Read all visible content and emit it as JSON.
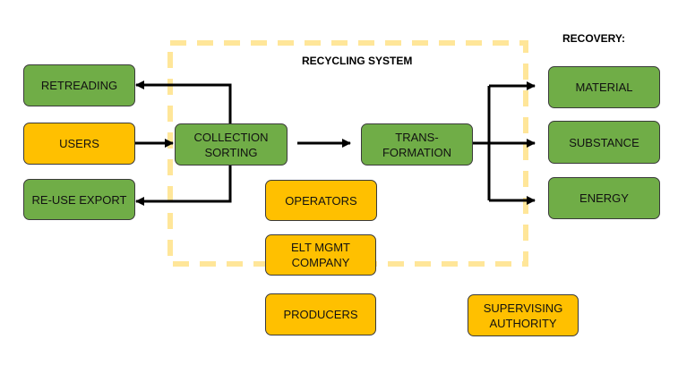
{
  "headings": {
    "recycling_system": "RECYCLING SYSTEM",
    "recovery": "RECOVERY:"
  },
  "nodes": {
    "retreading": "RETREADING",
    "users": "USERS",
    "reuse_export": "RE-USE EXPORT",
    "collection_sorting": "COLLECTION\nSORTING",
    "transformation": "TRANS-\nFORMATION",
    "material": "MATERIAL",
    "substance": "SUBSTANCE",
    "energy": "ENERGY",
    "operators": "OPERATORS",
    "elt_mgmt_company": "ELT MGMT\nCOMPANY",
    "producers": "PRODUCERS",
    "supervising_authority": "SUPERVISING\nAUTHORITY"
  },
  "colors": {
    "green": "#70ad47",
    "orange": "#ffc000",
    "dashed_boundary": "#ffe699",
    "arrow": "#000000"
  }
}
